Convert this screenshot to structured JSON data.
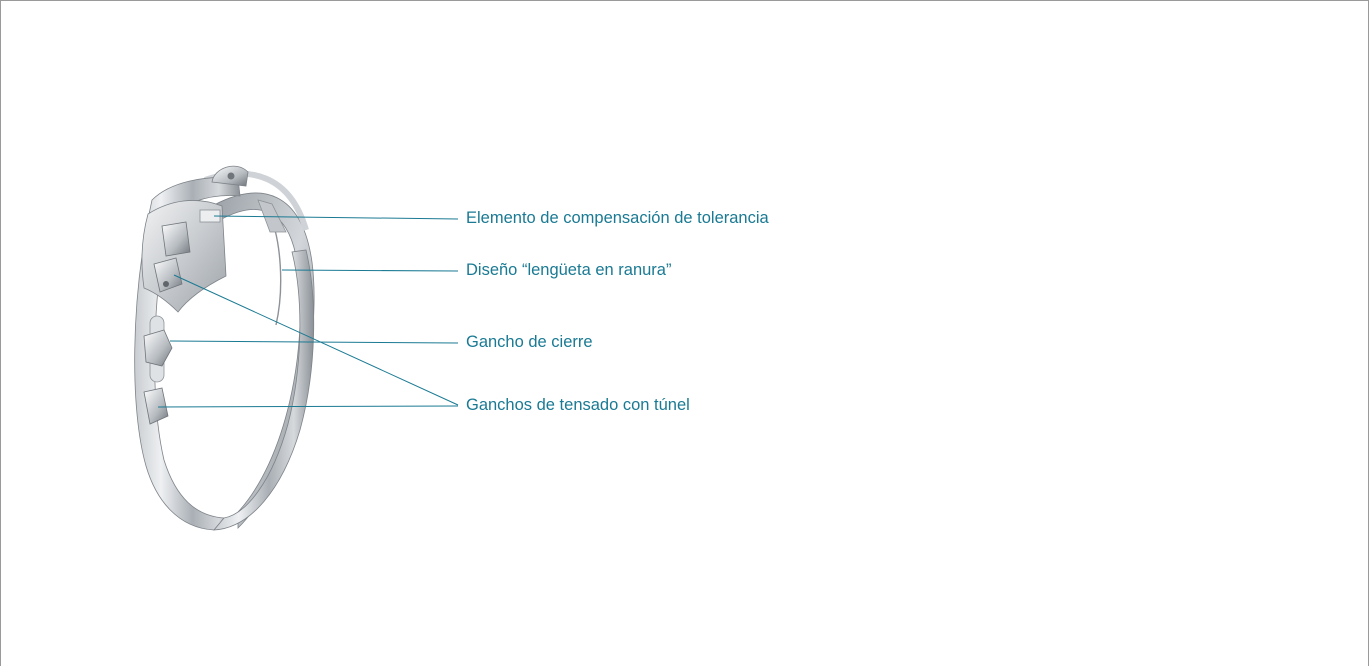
{
  "diagram": {
    "labels": {
      "tolerance": "Elemento de compensación de tolerancia",
      "tongue": "Diseño “lengüeta en ranura”",
      "closure": "Gancho de cierre",
      "tension": "Ganchos de tensado con túnel"
    },
    "colors": {
      "label_text": "#1a7a93",
      "leader_line": "#1a7a93",
      "metal_light": "#e8eaec",
      "metal_mid": "#b9bec3",
      "metal_dark": "#7d8389"
    },
    "image": {
      "subject": "stainless steel ear-less hose clamp"
    }
  }
}
